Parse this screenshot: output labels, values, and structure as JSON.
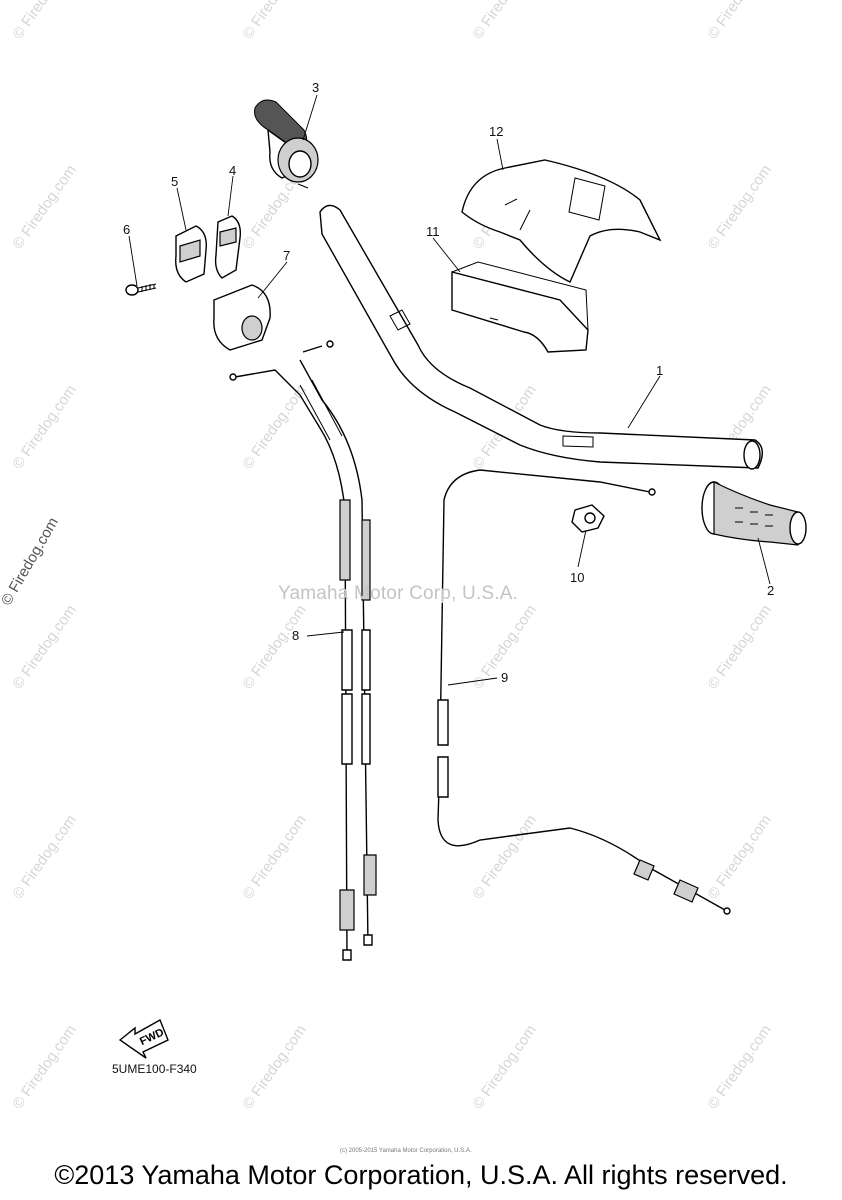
{
  "center_watermark": "Yamaha Motor Corp, U.S.A.",
  "side_watermark": "© Firedog.com",
  "tile_watermark": "© Firedog.com",
  "diagram_code": "5UME100-F340",
  "fwd_label": "FWD",
  "tiny_note": "(c) 2005-2015 Yamaha Motor Corporation, U.S.A.",
  "copyright": "©2013 Yamaha Motor Corporation, U.S.A. All rights reserved.",
  "callouts": [
    "1",
    "2",
    "3",
    "4",
    "5",
    "6",
    "7",
    "8",
    "9",
    "10",
    "11",
    "12"
  ]
}
